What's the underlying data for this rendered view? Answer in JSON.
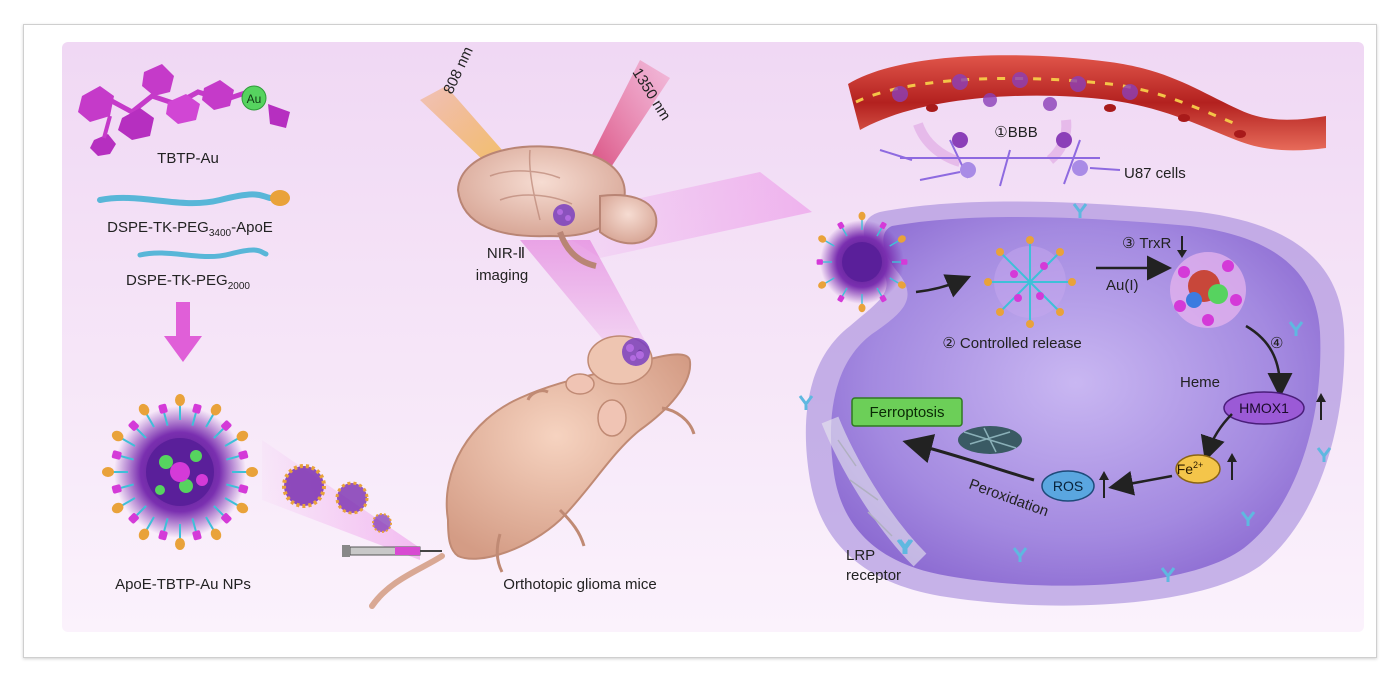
{
  "labels": {
    "tbtp_au": "TBTP-Au",
    "au_atom": "Au",
    "dspe_apoe_a": "DSPE-TK-PEG",
    "dspe_apoe_sub": "3400",
    "dspe_apoe_b": "-ApoE",
    "dspe_2000_a": "DSPE-TK-PEG",
    "dspe_2000_sub": "2000",
    "nps": "ApoE-TBTP-Au NPs",
    "laser_808": "808 nm",
    "laser_1350": "1350 nm",
    "nir_line1": "NIR-Ⅱ",
    "nir_line2": "imaging",
    "mice": "Orthotopic glioma mice",
    "bbb": "①BBB",
    "u87": "U87 cells",
    "trxr": "③ TrxR",
    "au1": "Au(I)",
    "release": "② Controlled release",
    "step4": "④",
    "heme": "Heme",
    "hmox1": "HMOX1",
    "ferroptosis": "Ferroptosis",
    "fe": "Fe",
    "fe_sup": "2+",
    "ros": "ROS",
    "peroxidation": "Peroxidation",
    "lrp_line1": "LRP",
    "lrp_line2": "receptor"
  },
  "colors": {
    "background": "#f3ddf6",
    "nanoparticle_core": "#7a2fb0",
    "ligand_magenta": "#d43ad8",
    "apoe_gold": "#e9a23a",
    "au_green": "#4fcf5a",
    "vessel_red": "#c2312c",
    "cell_purple": "#a88ae0",
    "ferroptosis_green": "#6ccf58",
    "hmox1_purple": "#9b5ad6",
    "fe_yellow": "#f4c54a",
    "ros_blue": "#5aa6e0",
    "arrow_dark": "#222222",
    "laser_yellow": "#f4d23a",
    "laser_red": "#d6245a",
    "mouse_skin": "#e9b9a2"
  }
}
